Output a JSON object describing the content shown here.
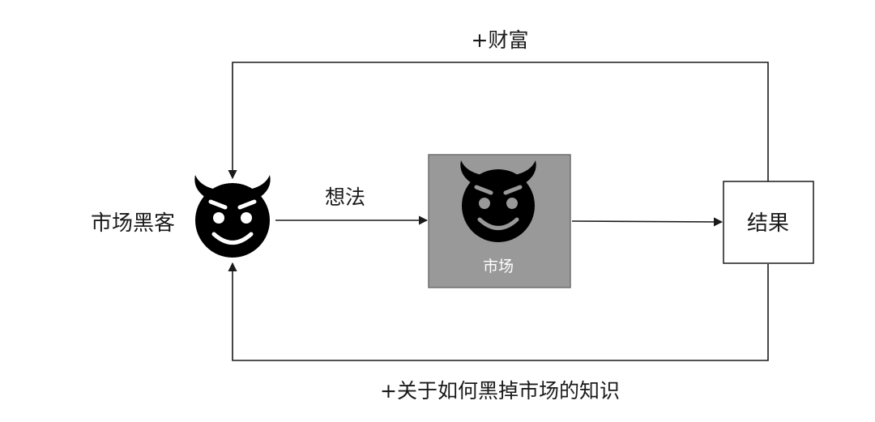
{
  "colors": {
    "line": "#1a1a1a",
    "market_fill": "#999999",
    "market_border": "#6f6f6f",
    "devil": "#000000",
    "devil_inner": "#ffffff",
    "devil_inner_market": "#999999"
  },
  "icons": {
    "hacker": "smiling-devil-icon",
    "market": "smiling-devil-icon"
  },
  "labels": {
    "top_loop": "+财富",
    "hacker": "市场黑客",
    "idea_arrow": "想法",
    "market": "市场",
    "result": "结果",
    "bottom_loop": "+关于如何黑掉市场的知识"
  }
}
